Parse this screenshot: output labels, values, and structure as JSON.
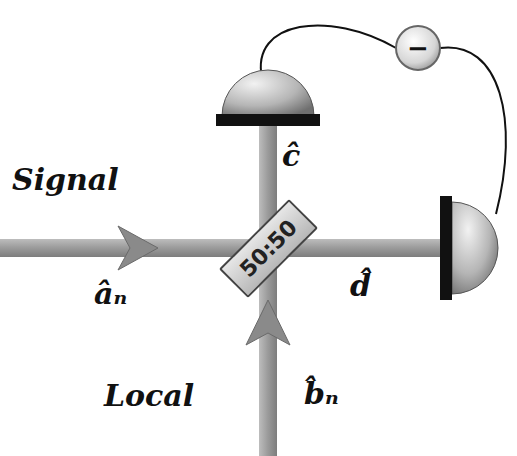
{
  "diagram": {
    "nodes": [
      {
        "text": [
          "50:50"
        ]
      },
      {
        "text": [
          "−"
        ]
      }
    ],
    "labels": [
      "Signal",
      "âₙ",
      "Local",
      "b̂ₙ",
      "ĉ",
      "d̂"
    ]
  }
}
